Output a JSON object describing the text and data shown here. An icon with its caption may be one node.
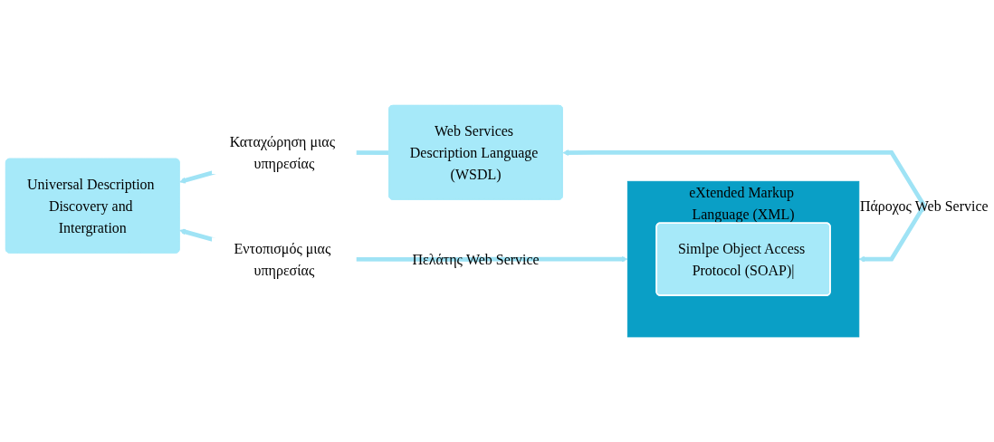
{
  "diagram": {
    "nodes": [
      {
        "text": [
          "Universal Description Discovery and Intergration"
        ]
      },
      {
        "text": [
          "Web Services Description Language (WSDL)"
        ]
      },
      {
        "text": [
          "eXtended Markup Language (XML)"
        ]
      },
      {
        "text": [
          "Simlpe Object Access Protocol (SOAP)|"
        ],
        "in": 2
      },
      {
        "text": [
          "Πάροχος Web Service"
        ]
      },
      {
        "text": [
          "Πελάτης Web Service"
        ]
      }
    ],
    "edges": [
      {
        "from": 1,
        "to": 0,
        "arrow": "to",
        "label": "Καταχώρηση μιας υπηρεσίας"
      },
      {
        "from": 5,
        "to": 0,
        "arrow": "to",
        "label": "Εντοπισμός μιας υπηρεσίας"
      },
      {
        "from": 4,
        "to": 1,
        "arrow": "to"
      },
      {
        "from": 4,
        "to": 2,
        "arrow": "both"
      },
      {
        "from": 2,
        "to": 5,
        "arrow": "both"
      }
    ]
  }
}
